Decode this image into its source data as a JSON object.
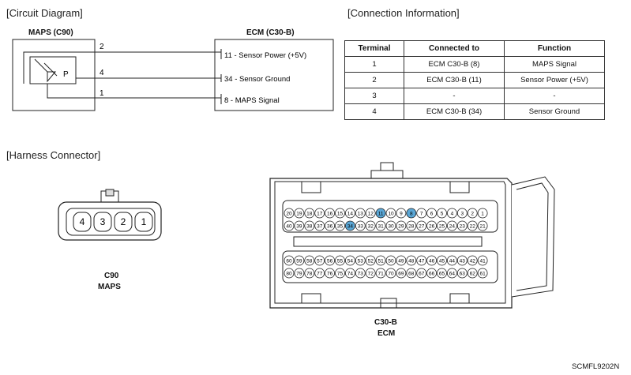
{
  "circuit": {
    "title": "[Circuit Diagram]",
    "maps_label": "MAPS (C90)",
    "ecm_label": "ECM (C30-B)",
    "sensor_pins": [
      "2",
      "4",
      "1"
    ],
    "sensor_symbol": "P",
    "ecm_pins": [
      "11 - Sensor Power (+5V)",
      "34 - Sensor Ground",
      "8 - MAPS Signal"
    ]
  },
  "connection": {
    "title": "[Connection Information]",
    "headers": [
      "Terminal",
      "Connected to",
      "Function"
    ],
    "rows": [
      [
        "1",
        "ECM C30-B (8)",
        "MAPS Signal"
      ],
      [
        "2",
        "ECM C30-B (11)",
        "Sensor Power (+5V)"
      ],
      [
        "3",
        "-",
        "-"
      ],
      [
        "4",
        "ECM C30-B (34)",
        "Sensor Ground"
      ]
    ]
  },
  "harness": {
    "title": "[Harness Connector]",
    "c90_pins": [
      "4",
      "3",
      "2",
      "1"
    ],
    "c90_code": "C90",
    "c90_name": "MAPS",
    "ecm_code": "C30-B",
    "ecm_name": "ECM",
    "ecm_row1": [
      "20",
      "19",
      "18",
      "17",
      "16",
      "15",
      "14",
      "13",
      "12",
      "11",
      "10",
      "9",
      "8",
      "7",
      "6",
      "5",
      "4",
      "3",
      "2",
      "1"
    ],
    "ecm_row2": [
      "40",
      "39",
      "38",
      "37",
      "36",
      "35",
      "34",
      "33",
      "32",
      "31",
      "30",
      "29",
      "28",
      "27",
      "26",
      "25",
      "24",
      "23",
      "22",
      "21"
    ],
    "ecm_row3": [
      "60",
      "59",
      "58",
      "57",
      "56",
      "55",
      "54",
      "53",
      "52",
      "51",
      "50",
      "49",
      "48",
      "47",
      "46",
      "45",
      "44",
      "43",
      "42",
      "41"
    ],
    "ecm_row4": [
      "80",
      "79",
      "78",
      "77",
      "76",
      "75",
      "74",
      "73",
      "72",
      "71",
      "70",
      "69",
      "68",
      "67",
      "66",
      "65",
      "64",
      "63",
      "62",
      "61"
    ],
    "highlighted_pins": [
      "11",
      "8",
      "34"
    ]
  },
  "footer_code": "SCMFL9202N",
  "colors": {
    "highlight": "#5aa7d6",
    "line": "#222222"
  }
}
